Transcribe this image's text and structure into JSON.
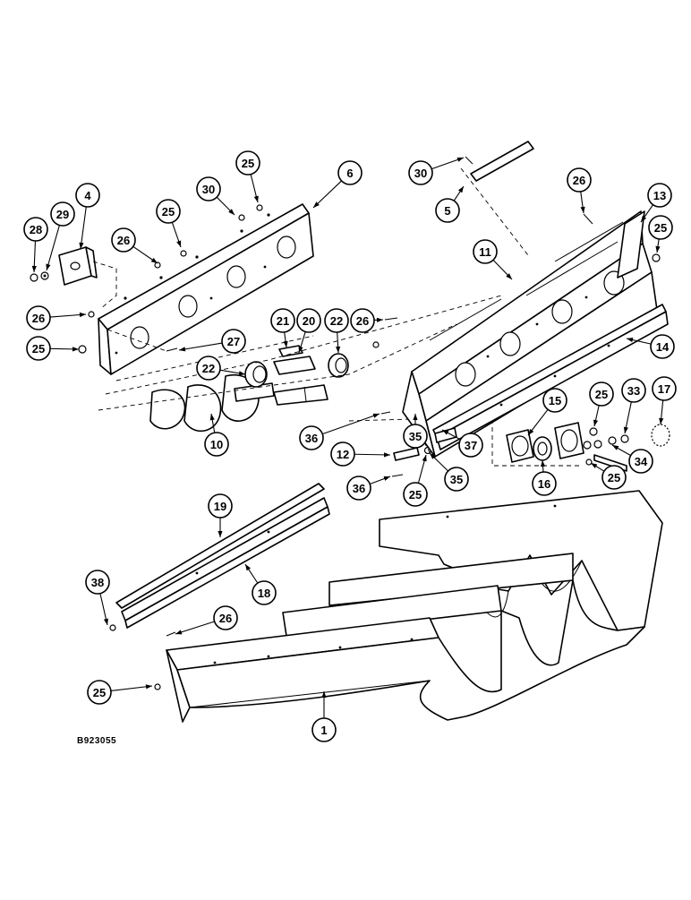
{
  "drawing_code": "B923055",
  "callouts": [
    {
      "label": "1"
    },
    {
      "label": "4"
    },
    {
      "label": "5"
    },
    {
      "label": "6"
    },
    {
      "label": "10"
    },
    {
      "label": "11"
    },
    {
      "label": "12"
    },
    {
      "label": "13"
    },
    {
      "label": "14"
    },
    {
      "label": "15"
    },
    {
      "label": "16"
    },
    {
      "label": "17"
    },
    {
      "label": "18"
    },
    {
      "label": "19"
    },
    {
      "label": "20"
    },
    {
      "label": "21"
    },
    {
      "label": "22"
    },
    {
      "label": "22"
    },
    {
      "label": "25"
    },
    {
      "label": "25"
    },
    {
      "label": "25"
    },
    {
      "label": "25"
    },
    {
      "label": "25"
    },
    {
      "label": "25"
    },
    {
      "label": "25"
    },
    {
      "label": "25"
    },
    {
      "label": "26"
    },
    {
      "label": "26"
    },
    {
      "label": "26"
    },
    {
      "label": "26"
    },
    {
      "label": "26"
    },
    {
      "label": "27"
    },
    {
      "label": "28"
    },
    {
      "label": "29"
    },
    {
      "label": "30"
    },
    {
      "label": "30"
    },
    {
      "label": "33"
    },
    {
      "label": "34"
    },
    {
      "label": "35"
    },
    {
      "label": "35"
    },
    {
      "label": "36"
    },
    {
      "label": "36"
    },
    {
      "label": "37"
    },
    {
      "label": "38"
    }
  ]
}
